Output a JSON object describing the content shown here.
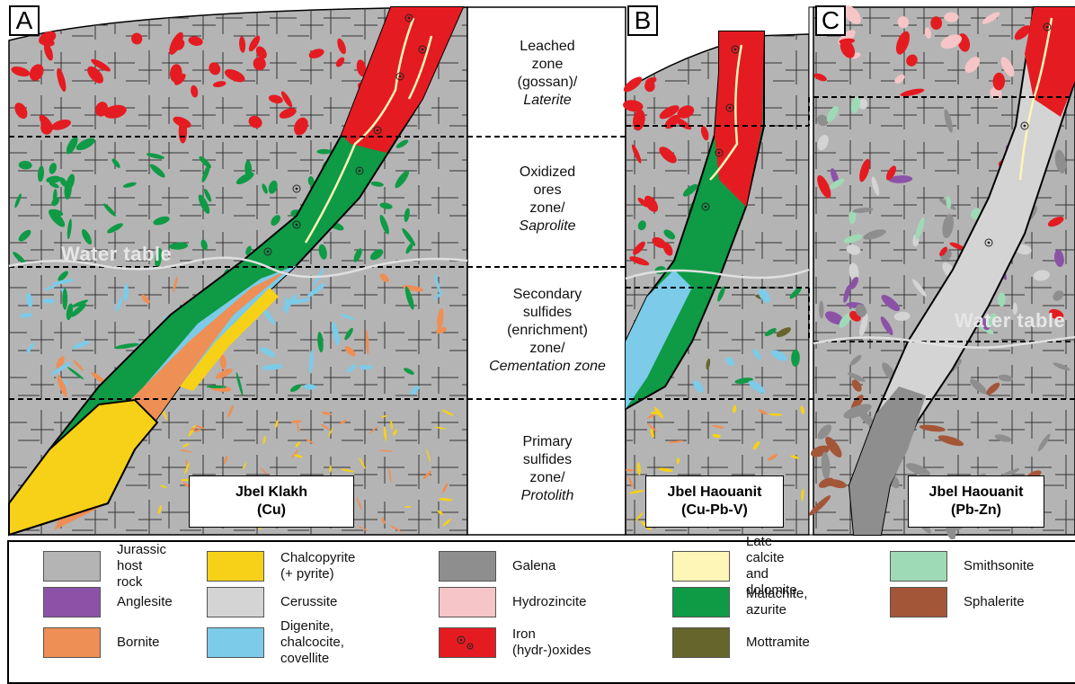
{
  "panels": {
    "a": "A",
    "b": "B",
    "c": "C"
  },
  "zones": {
    "leached": {
      "lines": [
        "Leached",
        "zone",
        "(gossan)/"
      ],
      "italic": "Laterite"
    },
    "oxidized": {
      "lines": [
        "Oxidized",
        "ores",
        "zone/"
      ],
      "italic": "Saprolite"
    },
    "secondary": {
      "lines": [
        "Secondary",
        "sulfides",
        "(enrichment)",
        "zone/"
      ],
      "italic": "Cementation zone"
    },
    "primary": {
      "lines": [
        "Primary",
        "sulfides",
        "zone/"
      ],
      "italic": "Protolith"
    }
  },
  "water_table": {
    "left": "Water table",
    "right": "Water table"
  },
  "deposits": [
    {
      "name": "Jbel Klakh",
      "type": "(Cu)"
    },
    {
      "name": "Jbel Haouanit",
      "type": "(Cu-Pb-V)"
    },
    {
      "name": "Jbel Haouanit",
      "type": "(Pb-Zn)"
    }
  ],
  "legend": [
    {
      "label": "Jurassic\nhost rock",
      "color": "#b4b4b4"
    },
    {
      "label": "Chalcopyrite (+ pyrite)",
      "color": "#f7d117"
    },
    {
      "label": "Galena",
      "color": "#8e8e8e"
    },
    {
      "label": "Late calcite\nand dolomite",
      "color": "#fdf6b6"
    },
    {
      "label": "Smithsonite",
      "color": "#9fdab6"
    },
    {
      "label": "Anglesite",
      "color": "#8c52a8"
    },
    {
      "label": "Cerussite",
      "color": "#d4d4d4"
    },
    {
      "label": "Hydrozincite",
      "color": "#f6c5c7"
    },
    {
      "label": "Malachite, azurite",
      "color": "#0f9a46"
    },
    {
      "label": "Sphalerite",
      "color": "#a35638"
    },
    {
      "label": "Bornite",
      "color": "#ee8f55"
    },
    {
      "label": "Digenite, chalcocite,\ncovellite",
      "color": "#7ccbe9"
    },
    {
      "label": "Iron (hydr-)oxides",
      "color": "#e41c22"
    },
    {
      "label": "Mottramite",
      "color": "#66652b"
    }
  ],
  "colors": {
    "host": "#b4b4b4",
    "iron": "#e41c22",
    "malachite": "#0f9a46",
    "digenite": "#7ccbe9",
    "bornite": "#ee8f55",
    "chalcopyrite": "#f7d117",
    "calcite": "#fdf6b6",
    "galena": "#8e8e8e",
    "cerussite": "#d4d4d4",
    "anglesite": "#8c52a8",
    "sphalerite": "#a35638",
    "mottramite": "#66652b",
    "smithsonite": "#9fdab6",
    "hydrozincite": "#f6c5c7"
  }
}
